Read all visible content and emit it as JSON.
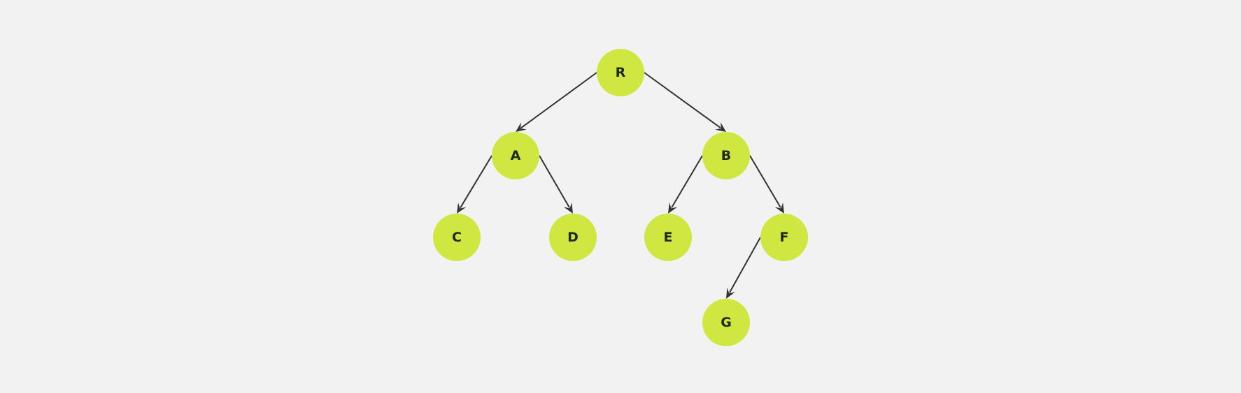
{
  "colors": {
    "background": "#f2f2f2",
    "node_fill": "#d1e741",
    "edge": "#333333",
    "label": "#1f2a1a"
  },
  "nodes": {
    "R": {
      "label": "R"
    },
    "A": {
      "label": "A"
    },
    "B": {
      "label": "B"
    },
    "C": {
      "label": "C"
    },
    "D": {
      "label": "D"
    },
    "E": {
      "label": "E"
    },
    "F": {
      "label": "F"
    },
    "G": {
      "label": "G"
    }
  },
  "edges": [
    {
      "from": "R",
      "to": "A"
    },
    {
      "from": "R",
      "to": "B"
    },
    {
      "from": "A",
      "to": "C"
    },
    {
      "from": "A",
      "to": "D"
    },
    {
      "from": "B",
      "to": "E"
    },
    {
      "from": "B",
      "to": "F"
    },
    {
      "from": "F",
      "to": "G"
    }
  ]
}
